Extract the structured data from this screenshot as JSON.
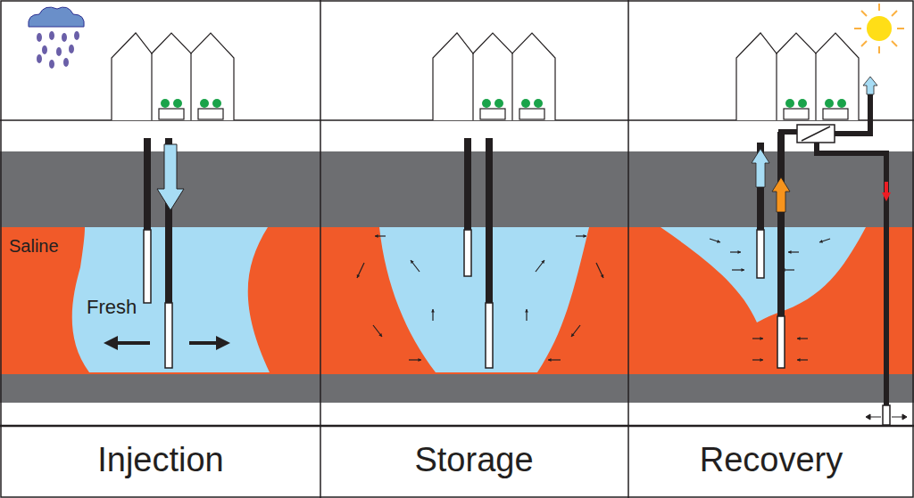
{
  "diagram": {
    "labels": [
      "Saline",
      "Fresh",
      "Injection",
      "Storage",
      "Recovery"
    ]
  }
}
